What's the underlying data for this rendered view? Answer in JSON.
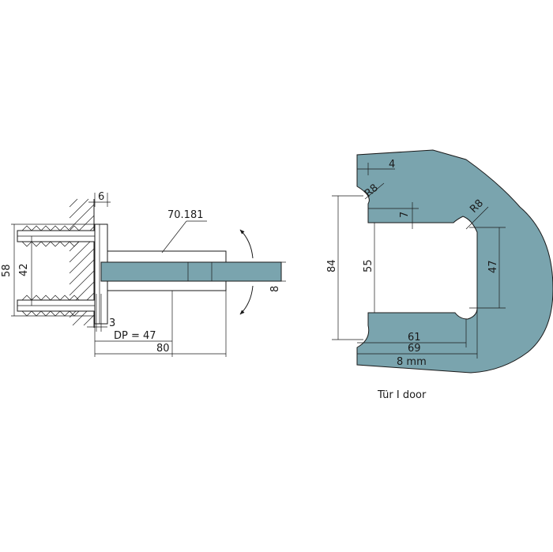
{
  "colors": {
    "glass": "#7aa4ae",
    "line": "#1a1a1a",
    "background": "#ffffff"
  },
  "side_view": {
    "label_product": "70.181",
    "dim_58": "58",
    "dim_42": "42",
    "dim_6": "6",
    "dim_8": "8",
    "dim_3": "3",
    "dim_dp": "DP = 47",
    "dim_80": "80"
  },
  "cutout_view": {
    "dim_4": "4",
    "dim_r8_top": "R8",
    "dim_r8_right": "R8",
    "dim_7": "7",
    "dim_84": "84",
    "dim_55": "55",
    "dim_47": "47",
    "dim_61": "61",
    "dim_69": "69",
    "dim_8mm": "8 mm",
    "caption": "Tür I door"
  }
}
